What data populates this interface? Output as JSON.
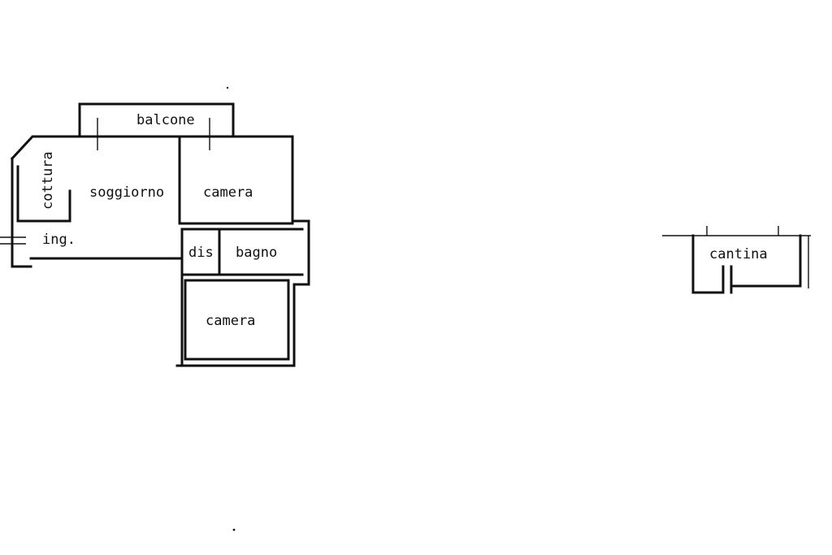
{
  "plan": {
    "rooms": {
      "balcone": "balcone",
      "soggiorno": "soggiorno",
      "cottura": "cottura",
      "camera_top": "camera",
      "ingresso": "ing.",
      "disimpegno": "dis",
      "bagno": "bagno",
      "camera_bottom": "camera",
      "cantina": "cantina"
    }
  }
}
